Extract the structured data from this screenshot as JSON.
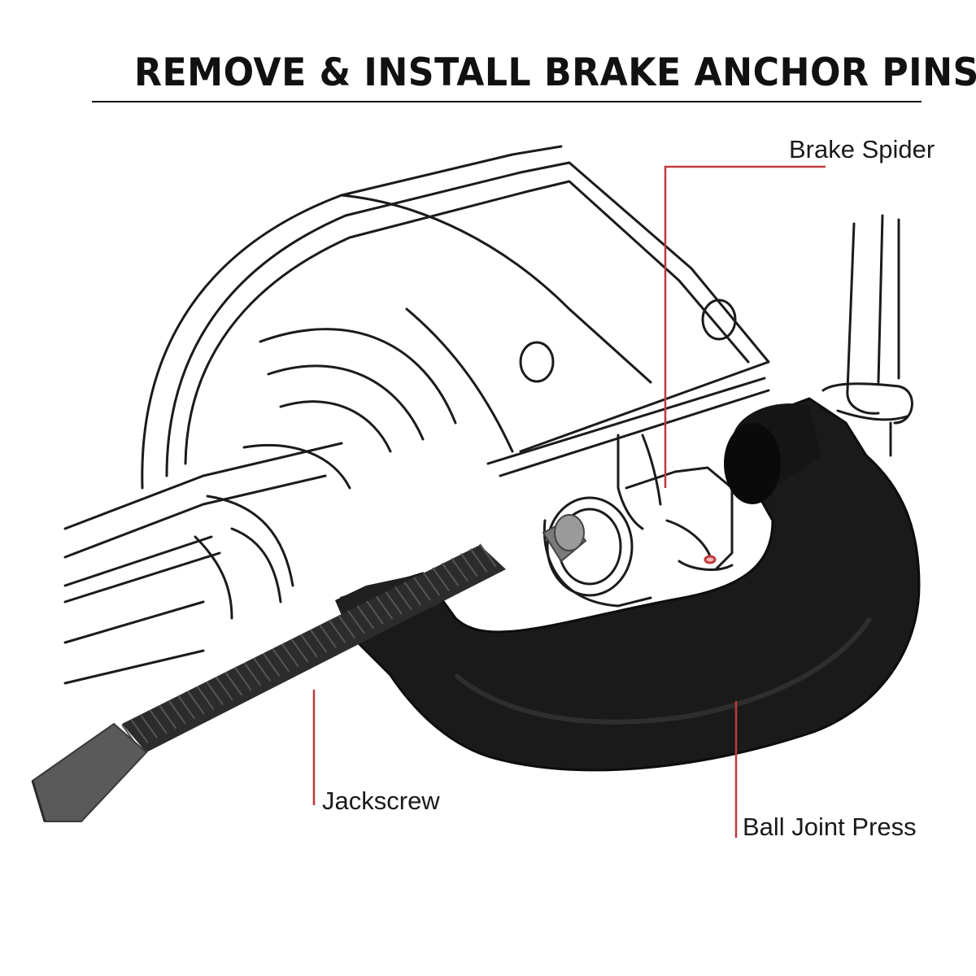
{
  "title": "REMOVE & INSTALL BRAKE ANCHOR PINS",
  "callouts": {
    "brake_spider": "Brake Spider",
    "jackscrew": "Jackscrew",
    "ball_joint_press": "Ball Joint Press"
  },
  "colors": {
    "callout_line": "#c0393b",
    "outline": "#1b1b1b",
    "press_body": "#1a1a1a",
    "screw_metal": "#3a3a3a"
  }
}
